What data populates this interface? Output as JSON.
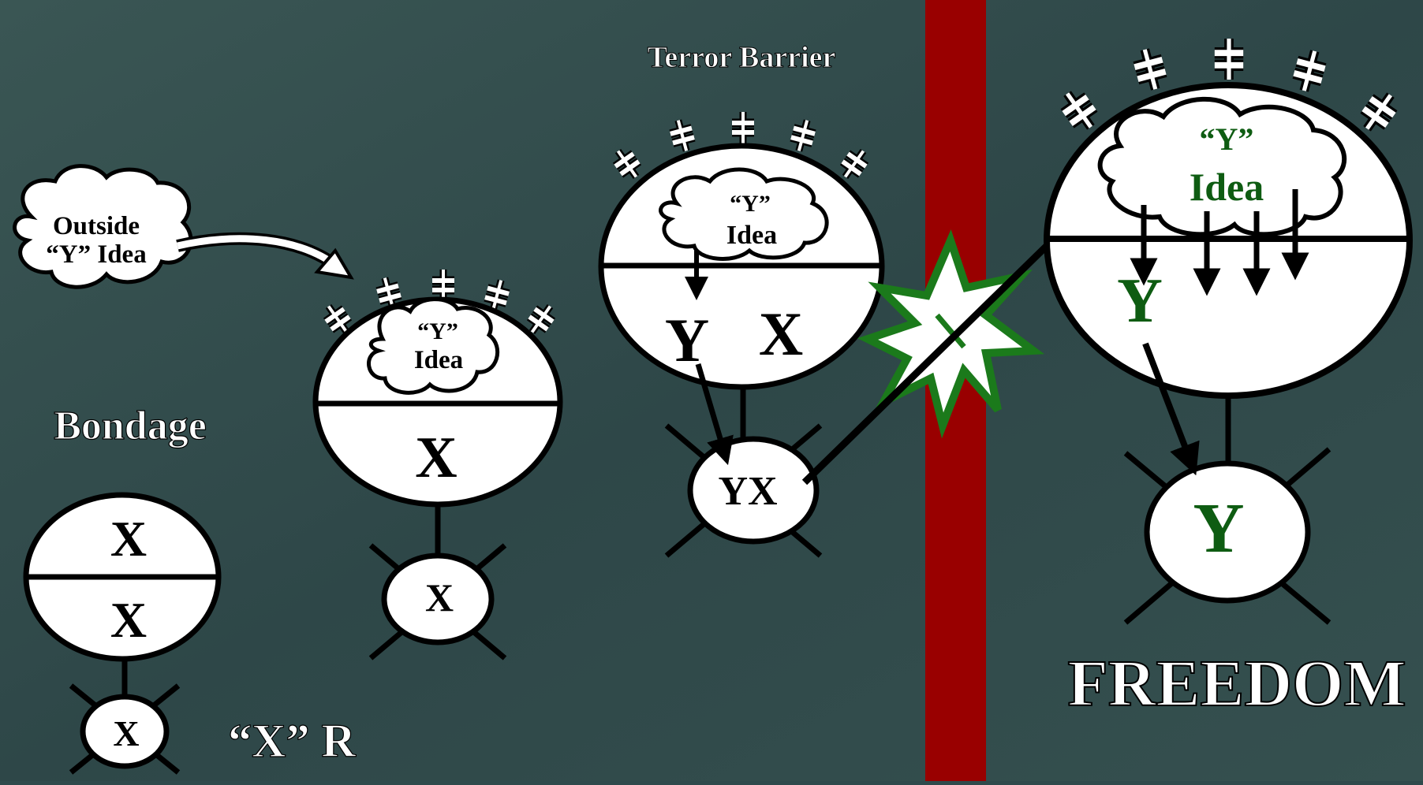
{
  "colors": {
    "background": "#2f4a4c",
    "barrier": "#990000",
    "burst": "#1b7a1b",
    "green_text": "#0e5c12",
    "white": "#ffffff",
    "black": "#000000"
  },
  "labels": {
    "bondage": "Bondage",
    "x_result": "“X” R",
    "terror_barrier": "Terror Barrier",
    "freedom": "FREEDOM",
    "outside_idea_line1": "Outside",
    "outside_idea_line2": "“Y” Idea"
  },
  "stage1": {
    "conscious": "X",
    "subconscious": "X",
    "body": "X"
  },
  "stage2": {
    "idea_line1": "“Y”",
    "idea_line2": "Idea",
    "subconscious": "X",
    "body": "X"
  },
  "stage3": {
    "idea_line1": "“Y”",
    "idea_line2": "Idea",
    "sub_left": "Y",
    "sub_right": "X",
    "body": "YX"
  },
  "stage4": {
    "idea_line1": "“Y”",
    "idea_line2": "Idea",
    "subconscious": "Y",
    "body": "Y"
  },
  "icons": {
    "barrier": "vertical-red-bar",
    "burst": "starburst-icon",
    "doubt": "doubt-mark-icon",
    "cloud": "thought-cloud-icon"
  }
}
